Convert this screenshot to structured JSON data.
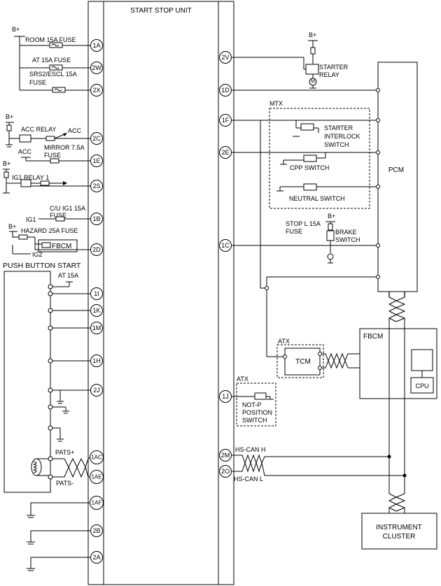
{
  "units": {
    "start_stop_unit": "START STOP UNIT",
    "pcm": "PCM",
    "fbcm": "FBCM",
    "cpu": "CPU",
    "tcm": "TCM",
    "fbcm_small": "FBCM",
    "instrument_cluster_1": "INSTRUMENT",
    "instrument_cluster_2": "CLUSTER",
    "push_button_start": "PUSH BUTTON START"
  },
  "pins": {
    "p1A": "1A",
    "p2W": "2W",
    "p2X": "2X",
    "p2C": "2C",
    "p1E": "1E",
    "p2S": "2S",
    "p1B": "1B",
    "p2D": "2D",
    "p1I": "1I",
    "p1K": "1K",
    "p1M": "1M",
    "p1H": "1H",
    "p2J": "2J",
    "p1AC": "1AC",
    "p1AE": "1AE",
    "p1AF": "1AF",
    "p2B": "2B",
    "p2A": "2A",
    "p2V": "2V",
    "p1D": "1D",
    "p1F": "1F",
    "p2E": "2E",
    "p1C": "1C",
    "p1J": "1J",
    "p2M": "2M",
    "p2O": "2O"
  },
  "labels": {
    "bplus": "B+",
    "room_fuse": "ROOM 15A FUSE",
    "at_fuse": "AT 15A FUSE",
    "srs_fuse_1": "SRS2/ESCL 15A",
    "srs_fuse_2": "FUSE",
    "acc_relay": "ACC RELAY",
    "acc": "ACC",
    "acc2": "ACC",
    "mirror_fuse_1": "MIRROR 7.5A",
    "mirror_fuse_2": "FUSE",
    "ig1_relay": "IG1 RELAY 1",
    "cu_fuse_1": "C/U IG1 15A",
    "cu_fuse_2": "FUSE",
    "ig1": "IG1",
    "hazard_fuse": "HAZARD 25A FUSE",
    "ig2": "IG2",
    "at15a": "AT 15A",
    "pats_plus": "PATS+",
    "pats_minus": "PATS-",
    "starter_relay_1": "STARTER",
    "starter_relay_2": "RELAY",
    "mtx": "MTX",
    "starter_interlock_1": "STARTER",
    "starter_interlock_2": "INTERLOCK",
    "starter_interlock_3": "SWITCH",
    "cpp_switch": "CPP SWITCH",
    "neutral_switch": "NEUTRAL SWITCH",
    "stop_fuse_1": "STOP L 15A",
    "stop_fuse_2": "FUSE",
    "brake_switch_1": "BRAKE",
    "brake_switch_2": "SWITCH",
    "atx1": "ATX",
    "atx2": "ATX",
    "notp_1": "NOT-P",
    "notp_2": "POSITION",
    "notp_3": "SWITCH",
    "hs_can_h": "HS-CAN H",
    "hs_can_l": "HS-CAN L"
  }
}
